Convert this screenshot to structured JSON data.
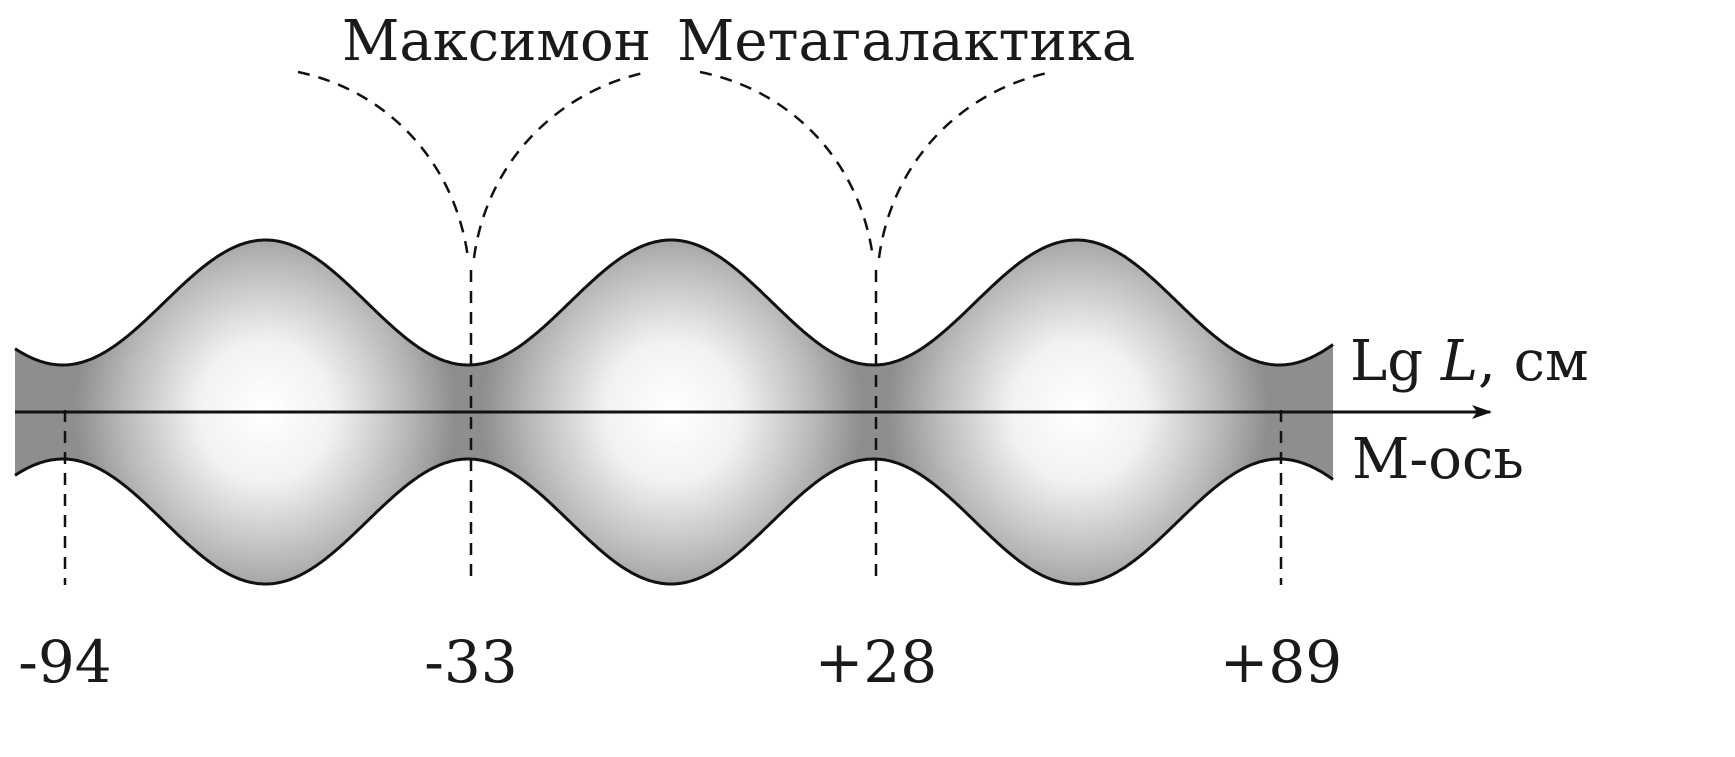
{
  "labels": {
    "maksimon": "Максимон",
    "metagalaktika": "Метагалактика",
    "axis_lg_prefix": "Lg ",
    "axis_lg_var": "L",
    "axis_lg_unit": ", см",
    "axis_m": "М-ось"
  },
  "ticks": [
    "-94",
    "-33",
    "+28",
    "+89"
  ],
  "colors": {
    "fill_dark": "#8e8e8e",
    "fill_light": "#ffffff",
    "stroke": "#111111"
  }
}
